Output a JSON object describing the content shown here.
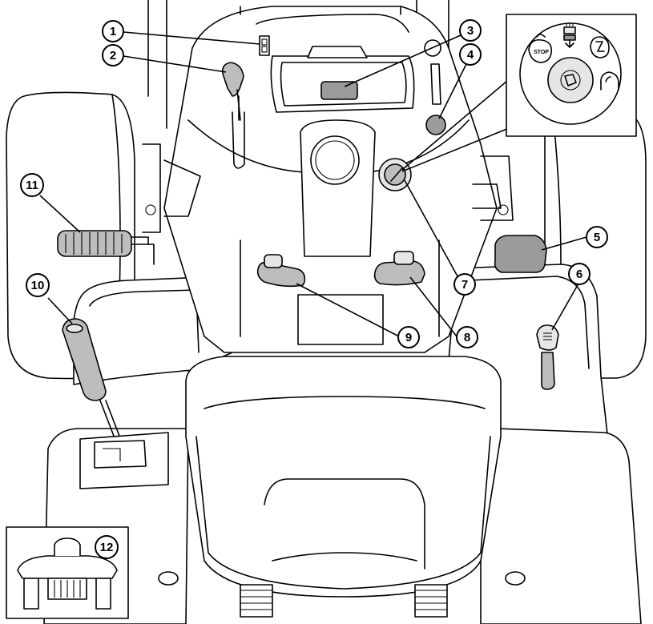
{
  "figure": {
    "callouts": [
      {
        "id": "callout-1",
        "label": "1"
      },
      {
        "id": "callout-2",
        "label": "2"
      },
      {
        "id": "callout-3",
        "label": "3"
      },
      {
        "id": "callout-4",
        "label": "4"
      },
      {
        "id": "callout-5",
        "label": "5"
      },
      {
        "id": "callout-6",
        "label": "6"
      },
      {
        "id": "callout-7",
        "label": "7"
      },
      {
        "id": "callout-8",
        "label": "8"
      },
      {
        "id": "callout-9",
        "label": "9"
      },
      {
        "id": "callout-10",
        "label": "10"
      },
      {
        "id": "callout-11",
        "label": "11"
      },
      {
        "id": "callout-12",
        "label": "12"
      }
    ],
    "ignition_inset": {
      "stop_label": "STOP",
      "icons": [
        "stop-icon",
        "lights-icon",
        "run-icon",
        "start-icon",
        "key-slot-icon"
      ]
    }
  }
}
